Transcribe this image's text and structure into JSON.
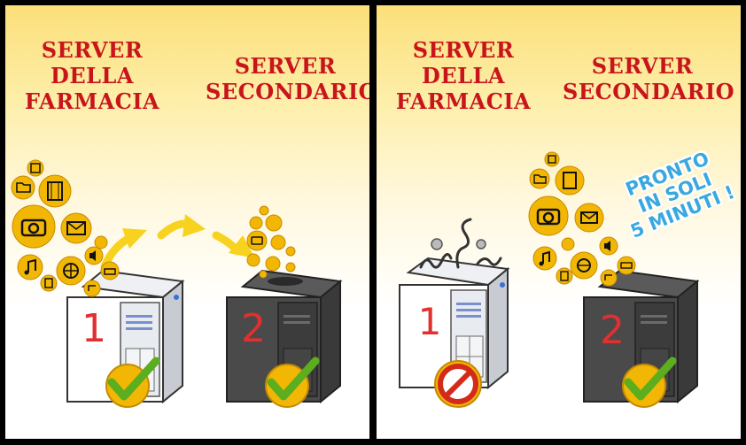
{
  "panels": {
    "left": {
      "server_primary": {
        "lines": [
          "SERVER",
          "DELLA",
          "FARMACIA"
        ],
        "number": "1",
        "status": "ok"
      },
      "server_secondary": {
        "lines": [
          "SERVER",
          "SECONDARIO"
        ],
        "number": "2",
        "status": "ok"
      }
    },
    "right": {
      "server_primary": {
        "lines": [
          "SERVER",
          "DELLA",
          "FARMACIA"
        ],
        "number": "1",
        "status": "failed"
      },
      "server_secondary": {
        "lines": [
          "SERVER",
          "SECONDARIO"
        ],
        "number": "2",
        "status": "ok"
      },
      "callout": {
        "lines": [
          "PRONTO",
          "IN SOLI",
          "5 MINUTI !"
        ]
      }
    }
  },
  "colors": {
    "label_red": "#c8151c",
    "callout_blue": "#3aa8e0",
    "arrow_yellow": "#f7d21e",
    "check_green": "#5cae1e",
    "forbidden_red": "#d42a1a",
    "icon_gold": "#f2b705"
  },
  "icons": [
    "floppy-icon",
    "folder-icon",
    "film-icon",
    "camera-icon",
    "mail-icon",
    "rss-icon",
    "speaker-icon",
    "music-icon",
    "globe-icon",
    "calculator-icon",
    "printer-icon",
    "share-icon"
  ]
}
